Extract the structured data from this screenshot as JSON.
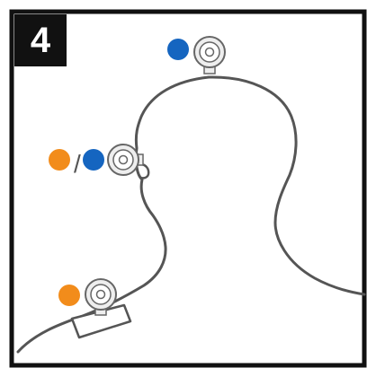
{
  "step_number": "4",
  "colors": {
    "frame": "#111111",
    "outline": "#555555",
    "blue_dot": "#1565c0",
    "orange_dot": "#f28c1b",
    "sensor_fill": "#eeeeee",
    "sensor_stroke": "#666666"
  },
  "positions": [
    {
      "name": "top-of-head",
      "dots": [
        "blue_dot"
      ],
      "separator": ""
    },
    {
      "name": "temple",
      "dots": [
        "orange_dot",
        "blue_dot"
      ],
      "separator": "/"
    },
    {
      "name": "shoulder",
      "dots": [
        "orange_dot"
      ],
      "separator": ""
    }
  ]
}
